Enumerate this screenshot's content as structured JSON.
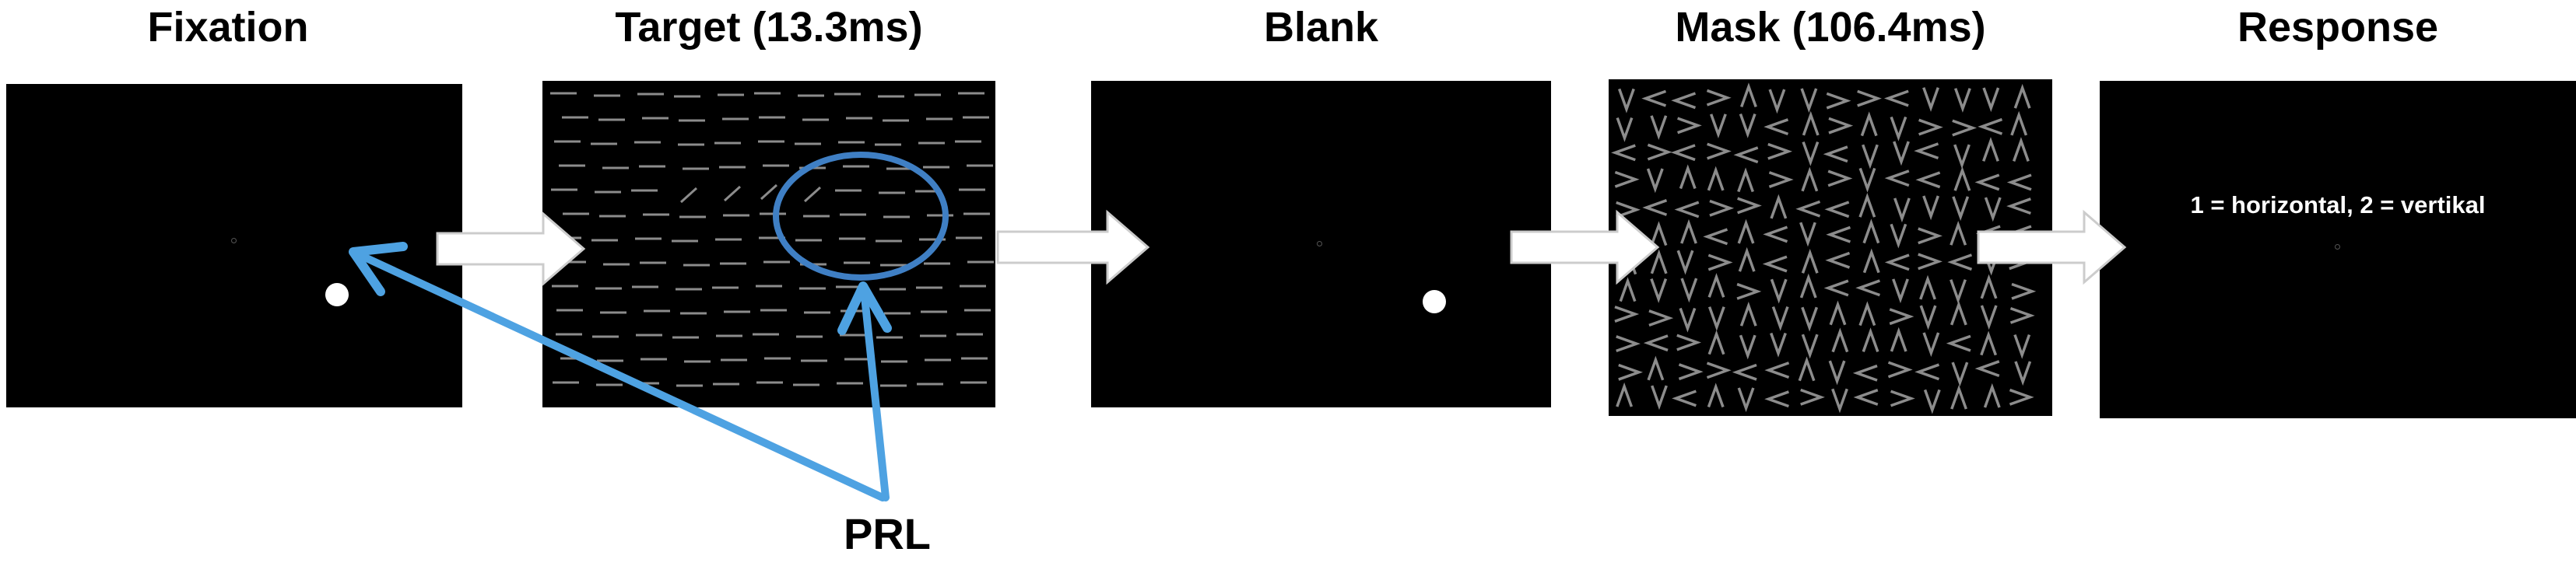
{
  "panels": [
    {
      "title": "Fixation"
    },
    {
      "title": "Target (13.3ms)"
    },
    {
      "title": "Blank"
    },
    {
      "title": "Mask (106.4ms)"
    },
    {
      "title": "Response",
      "text": "1 = horizontal, 2 = vertikal"
    }
  ],
  "prl_label": "PRL",
  "colors": {
    "frame": "#000000",
    "stimulus_lines": "#8c8c8c",
    "prl_highlight": "#3f7fc4",
    "prl_arrow": "#4ea2e2",
    "flow_arrow_fill": "#ffffff",
    "flow_arrow_outline": "#cccccc"
  },
  "icons": [
    "flow-arrow-icon",
    "prl-circle-icon",
    "prl-arrow-icon",
    "fixation-dot-icon",
    "stimulus-dot-icon"
  ]
}
